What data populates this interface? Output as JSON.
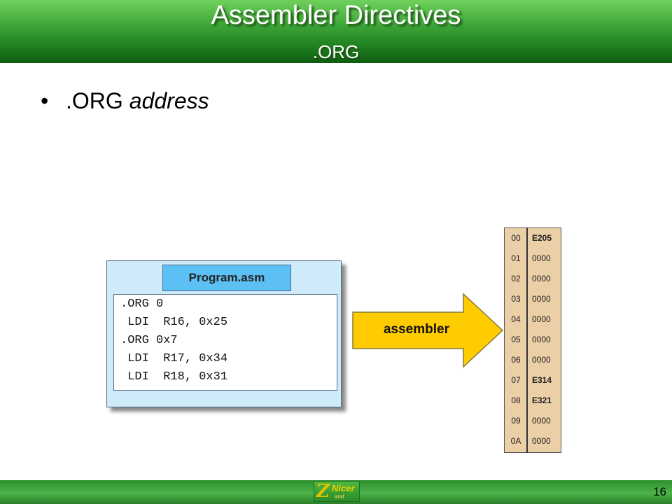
{
  "header": {
    "title": "Assembler Directives",
    "subtitle": ".ORG"
  },
  "bullet": {
    "dot": "•",
    "text": ".ORG",
    "italic": "address"
  },
  "program": {
    "tab_label": "Program.asm",
    "code_lines": [
      ".ORG 0",
      " LDI  R16, 0x25",
      ".ORG 0x7",
      " LDI  R17, 0x34",
      " LDI  R18, 0x31"
    ]
  },
  "assembler": {
    "label": "assembler"
  },
  "memory": {
    "rows": [
      {
        "addr": "00",
        "value": "E205"
      },
      {
        "addr": "01",
        "value": "0000"
      },
      {
        "addr": "02",
        "value": "0000"
      },
      {
        "addr": "03",
        "value": "0000"
      },
      {
        "addr": "04",
        "value": "0000"
      },
      {
        "addr": "05",
        "value": "0000"
      },
      {
        "addr": "06",
        "value": "0000"
      },
      {
        "addr": "07",
        "value": "E314"
      },
      {
        "addr": "08",
        "value": "E321"
      },
      {
        "addr": "09",
        "value": "0000"
      },
      {
        "addr": "0A",
        "value": "0000"
      }
    ]
  },
  "footer": {
    "logo_letter": "Z",
    "logo_word": "Nicer",
    "logo_sub": "and",
    "page_number": "16"
  },
  "colors": {
    "header_green": "#3ea638",
    "panel_blue": "#cfeaf9",
    "tab_blue": "#5cc0f4",
    "arrow_yellow": "#ffcc00",
    "memory_tan": "#ebcfa6"
  }
}
